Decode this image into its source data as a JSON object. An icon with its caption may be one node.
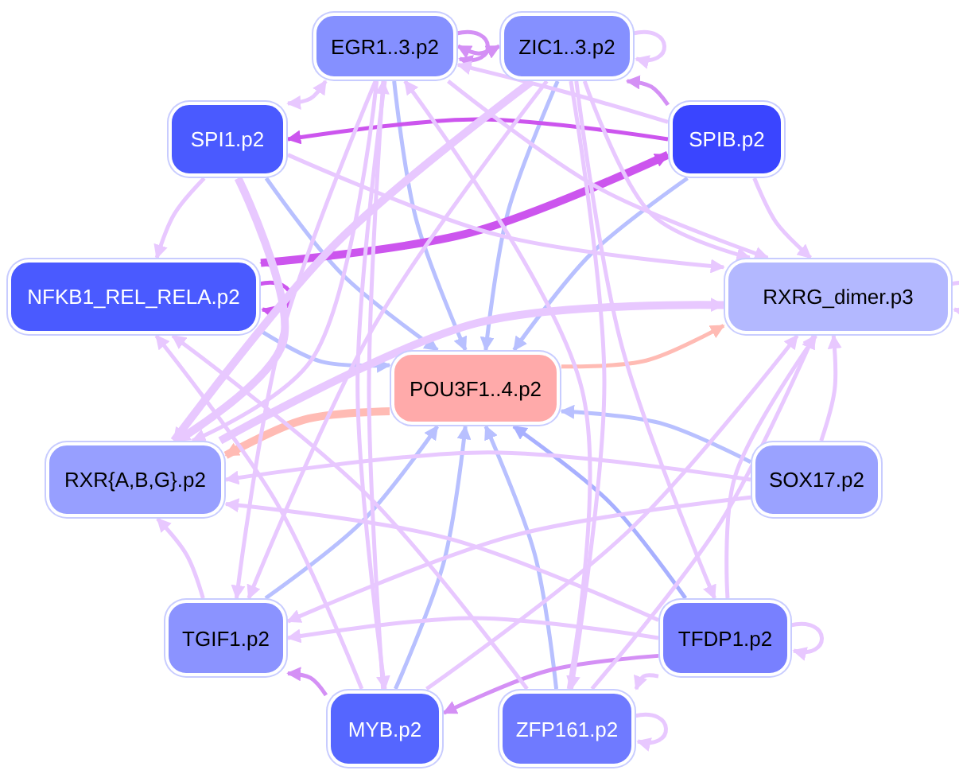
{
  "diagram": {
    "nodes": [
      {
        "text": [
          "EGR1..3.p2"
        ]
      },
      {
        "text": [
          "ZIC1..3.p2"
        ]
      },
      {
        "text": [
          "SPI1.p2"
        ]
      },
      {
        "text": [
          "SPIB.p2"
        ]
      },
      {
        "text": [
          "NFKB1_REL_RELA.p2"
        ]
      },
      {
        "text": [
          "RXRG_dimer.p3"
        ]
      },
      {
        "text": [
          "POU3F1..4.p2"
        ]
      },
      {
        "text": [
          "RXR{A,B,G}.p2"
        ]
      },
      {
        "text": [
          "SOX17.p2"
        ]
      },
      {
        "text": [
          "TGIF1.p2"
        ]
      },
      {
        "text": [
          "TFDP1.p2"
        ]
      },
      {
        "text": [
          "MYB.p2"
        ]
      },
      {
        "text": [
          "ZFP161.p2"
        ]
      }
    ],
    "edges": [
      {
        "from": 0,
        "to": 6,
        "arrow": "to",
        "color": "#b8c0ff"
      },
      {
        "from": 1,
        "to": 6,
        "arrow": "to",
        "color": "#b8c0ff"
      },
      {
        "from": 2,
        "to": 6,
        "arrow": "to",
        "color": "#b8c0ff"
      },
      {
        "from": 3,
        "to": 6,
        "arrow": "to",
        "color": "#b8c0ff"
      },
      {
        "from": 4,
        "to": 6,
        "arrow": "to",
        "color": "#b8c0ff"
      },
      {
        "from": 8,
        "to": 6,
        "arrow": "to",
        "color": "#b8c0ff"
      },
      {
        "from": 10,
        "to": 6,
        "arrow": "to",
        "color": "#a8b0ff"
      },
      {
        "from": 12,
        "to": 6,
        "arrow": "to",
        "color": "#b8c0ff"
      },
      {
        "from": 11,
        "to": 6,
        "arrow": "to",
        "color": "#b8c0ff"
      },
      {
        "from": 9,
        "to": 6,
        "arrow": "to",
        "color": "#b8c0ff"
      },
      {
        "from": 6,
        "to": 5,
        "arrow": "to",
        "color": "#ffbbb4"
      },
      {
        "from": 6,
        "to": 7,
        "arrow": "to",
        "color": "#ffbbb4",
        "style": "thick"
      },
      {
        "from": 3,
        "to": 2,
        "arrow": "to",
        "color": "#cc55ee"
      },
      {
        "from": 4,
        "to": 3,
        "arrow": "both",
        "color": "#cc55ee",
        "style": "thick"
      },
      {
        "from": 0,
        "to": 0,
        "arrow": "to",
        "color": "#d490f5"
      },
      {
        "from": 1,
        "to": 1,
        "arrow": "to"
      },
      {
        "from": 4,
        "to": 4,
        "arrow": "to",
        "color": "#cc55ee"
      },
      {
        "from": 5,
        "to": 5,
        "arrow": "to"
      },
      {
        "from": 10,
        "to": 10,
        "arrow": "to"
      },
      {
        "from": 12,
        "to": 12,
        "arrow": "to"
      },
      {
        "from": 0,
        "to": 1,
        "arrow": "both",
        "color": "#d490f5"
      },
      {
        "from": 2,
        "to": 0,
        "arrow": "both"
      },
      {
        "from": 3,
        "to": 1,
        "arrow": "to",
        "color": "#d490f5"
      },
      {
        "from": 3,
        "to": 0,
        "arrow": "to"
      },
      {
        "from": 2,
        "to": 4,
        "arrow": "to"
      },
      {
        "from": 2,
        "to": 5,
        "arrow": "to"
      },
      {
        "from": 3,
        "to": 5,
        "arrow": "to"
      },
      {
        "from": 0,
        "to": 5,
        "arrow": "to"
      },
      {
        "from": 1,
        "to": 5,
        "arrow": "to"
      },
      {
        "from": 7,
        "to": 5,
        "arrow": "to",
        "style": "thick"
      },
      {
        "from": 1,
        "to": 7,
        "arrow": "to",
        "style": "thick"
      },
      {
        "from": 0,
        "to": 7,
        "arrow": "to"
      },
      {
        "from": 2,
        "to": 7,
        "arrow": "to",
        "style": "thick"
      },
      {
        "from": 1,
        "to": 9,
        "arrow": "to"
      },
      {
        "from": 0,
        "to": 9,
        "arrow": "to"
      },
      {
        "from": 8,
        "to": 7,
        "arrow": "to"
      },
      {
        "from": 8,
        "to": 9,
        "arrow": "to"
      },
      {
        "from": 8,
        "to": 5,
        "arrow": "to"
      },
      {
        "from": 10,
        "to": 9,
        "arrow": "to"
      },
      {
        "from": 10,
        "to": 7,
        "arrow": "to"
      },
      {
        "from": 10,
        "to": 11,
        "arrow": "to",
        "color": "#d490f5"
      },
      {
        "from": 10,
        "to": 12,
        "arrow": "to"
      },
      {
        "from": 10,
        "to": 5,
        "arrow": "to"
      },
      {
        "from": 11,
        "to": 9,
        "arrow": "to",
        "color": "#d490f5"
      },
      {
        "from": 11,
        "to": 0,
        "arrow": "to"
      },
      {
        "from": 11,
        "to": 5,
        "arrow": "to"
      },
      {
        "from": 11,
        "to": 4,
        "arrow": "to"
      },
      {
        "from": 12,
        "to": 5,
        "arrow": "to"
      },
      {
        "from": 12,
        "to": 4,
        "arrow": "to"
      },
      {
        "from": 12,
        "to": 0,
        "arrow": "to"
      },
      {
        "from": 9,
        "to": 7,
        "arrow": "to"
      },
      {
        "from": 1,
        "to": 12,
        "arrow": "to"
      },
      {
        "from": 1,
        "to": 10,
        "arrow": "to"
      },
      {
        "from": 0,
        "to": 11,
        "arrow": "to"
      }
    ]
  }
}
